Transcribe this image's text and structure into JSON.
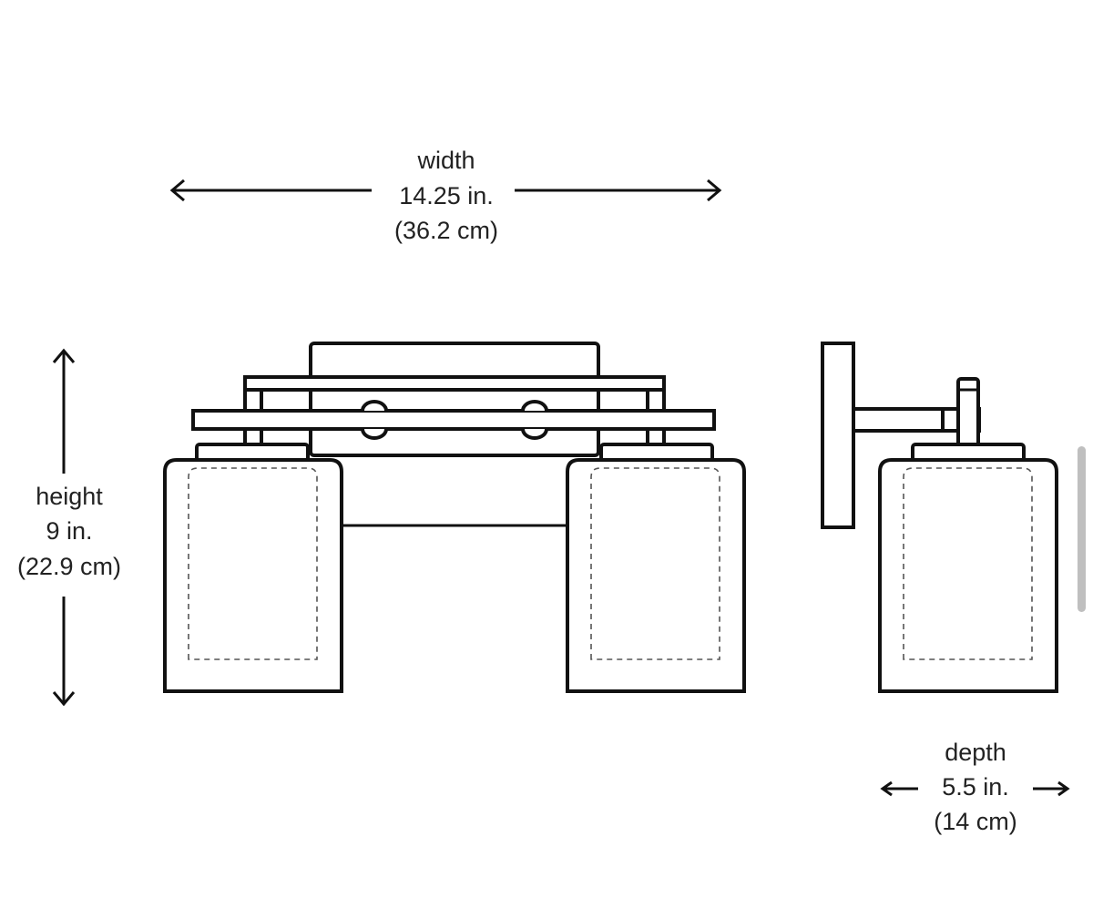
{
  "dimensions": {
    "width": {
      "label": "width",
      "inches": "14.25 in.",
      "cm": "(36.2 cm)"
    },
    "height": {
      "label": "height",
      "inches": "9 in.",
      "cm": "(22.9 cm)"
    },
    "depth": {
      "label": "depth",
      "inches": "5.5 in.",
      "cm": "(14 cm)"
    }
  }
}
